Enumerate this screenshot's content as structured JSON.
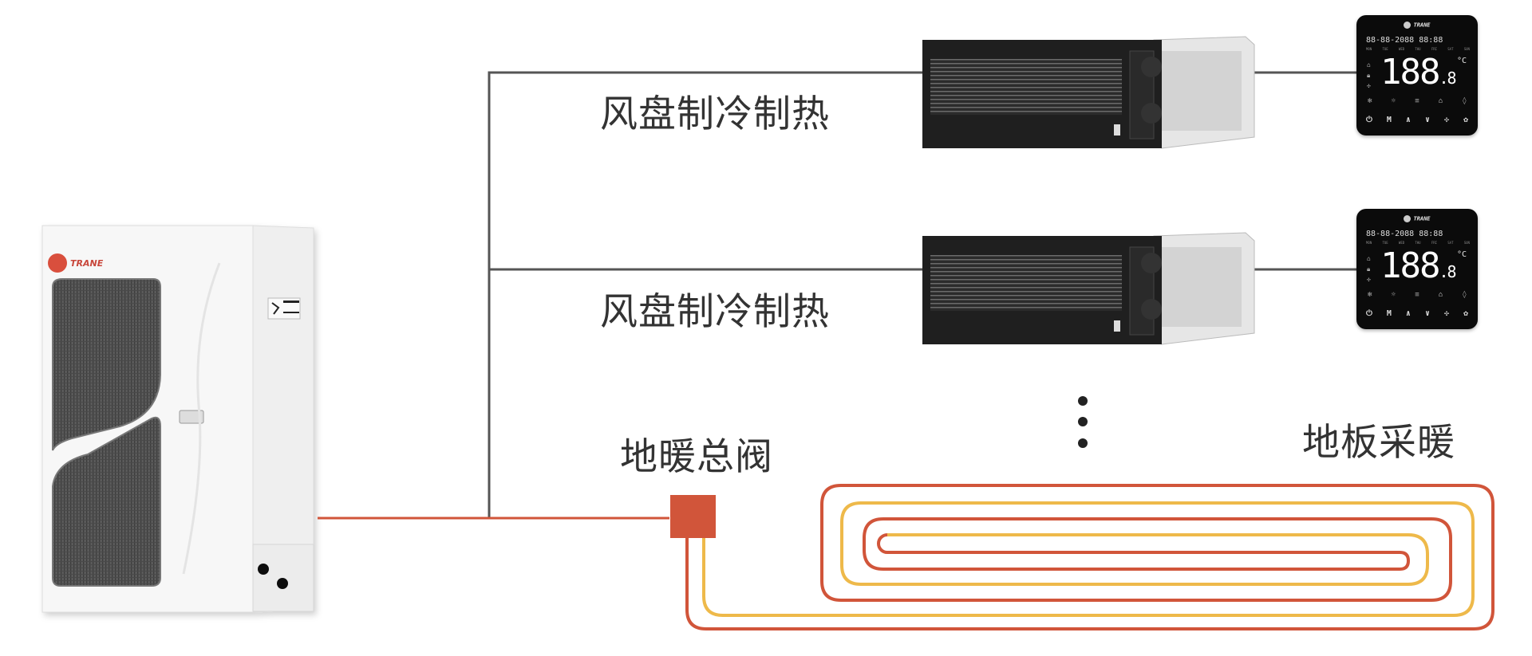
{
  "labels": {
    "fan_coil_1": "风盘制冷制热",
    "fan_coil_2": "风盘制冷制热",
    "floor_valve": "地暖总阀",
    "floor_heating": "地板采暖"
  },
  "brand": "TRANE",
  "thermostat": {
    "date_display": "88-88-2088",
    "time_display": "88:88",
    "days": [
      "MON",
      "TUE",
      "WED",
      "THU",
      "FRI",
      "SAT",
      "SUN"
    ],
    "temperature_display": "188",
    "temperature_decimal": ".8",
    "unit": "°C",
    "buttons": [
      "⏻",
      "M",
      "∧",
      "∨",
      "✣",
      "✿"
    ]
  },
  "colors": {
    "hot_pipe": "#d1553a",
    "cold_pipe": "#eeb94a",
    "branch_line": "#555555",
    "valve": "#d1553a"
  }
}
